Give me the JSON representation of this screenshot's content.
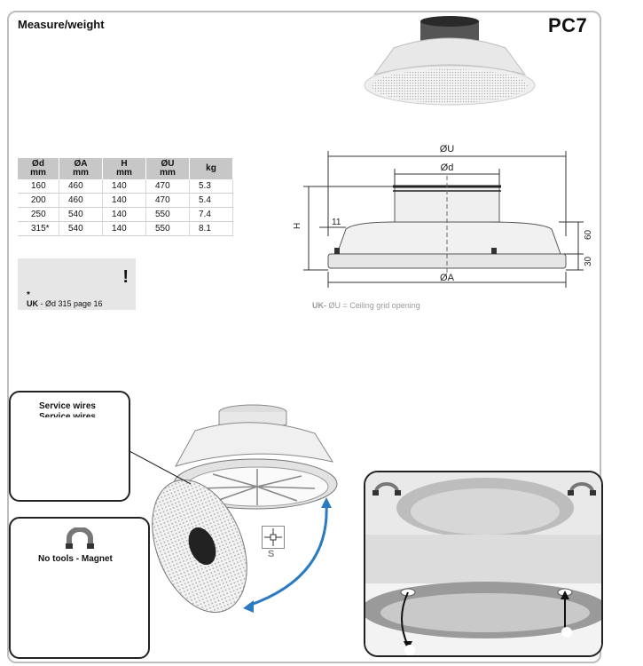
{
  "header": {
    "section_title": "Measure/weight",
    "product_code": "PC7"
  },
  "spec_table": {
    "headers": [
      {
        "symbol": "Ød",
        "unit": "mm"
      },
      {
        "symbol": "ØA",
        "unit": "mm"
      },
      {
        "symbol": "H",
        "unit": "mm"
      },
      {
        "symbol": "ØU",
        "unit": "mm"
      },
      {
        "symbol": "kg",
        "unit": ""
      }
    ],
    "rows": [
      [
        "160",
        "460",
        "140",
        "470",
        "5.3"
      ],
      [
        "200",
        "460",
        "140",
        "470",
        "5.4"
      ],
      [
        "250",
        "540",
        "140",
        "550",
        "7.4"
      ],
      [
        "315*",
        "540",
        "140",
        "550",
        "8.1"
      ]
    ]
  },
  "note": {
    "mark": "!",
    "asterisk": "*",
    "lang": "UK",
    "text": " - Ød 315 page 16"
  },
  "drawing": {
    "dim_top": "ØU",
    "dim_neck": "Ød",
    "dim_bottom": "ØA",
    "dim_h": "H",
    "dim_11": "11",
    "dim_60": "60",
    "dim_30": "30"
  },
  "caption": {
    "lang": "UK-",
    "text": " ØU = Ceiling grid opening"
  },
  "callouts": {
    "service_wires": "Service wires",
    "service_wires_2": "Service wires",
    "magnet": "No tools - Magnet"
  },
  "motion_label": "S",
  "icons": [
    "magnet-icon",
    "move-arrows-icon",
    "rotate-arrow-icon",
    "warning-icon"
  ]
}
